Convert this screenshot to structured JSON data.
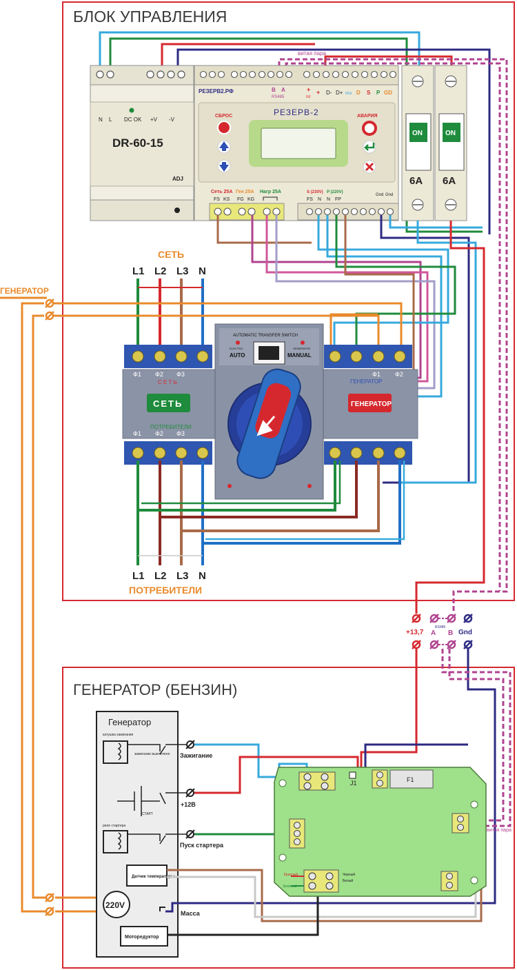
{
  "control_block": {
    "title": "БЛОК УПРАВЛЕНИЯ",
    "twisted_pair_label": "витая пара",
    "psu": {
      "model": "DR-60-15",
      "terminals": [
        "N",
        "L",
        "DC OK",
        "+V",
        "-V"
      ],
      "adj": "ADJ"
    },
    "controller": {
      "site": "РЕЗЕРВ2.РФ",
      "name": "РЕЗЕРВ-2",
      "top_terminals": [
        "B",
        "A",
        "RS485",
        "+",
        "Ist",
        "+",
        "D-",
        "D+",
        "tmv",
        "D",
        "S",
        "P",
        "GD"
      ],
      "reset": "СБРОС",
      "alarm": "АВАРИЯ",
      "bottom_groups": [
        "Сеть 25А",
        "Ген 25А",
        "Нагр 25А",
        "S (230V)",
        "P (220V)"
      ],
      "bottom_terminals": [
        "FS",
        "KS",
        "FG",
        "KG",
        "FS",
        "N",
        "N",
        "FP",
        "Gnd",
        "Gnd"
      ]
    },
    "breakers": [
      {
        "state": "ON",
        "rating": "6A"
      },
      {
        "state": "ON",
        "rating": "6A"
      }
    ]
  },
  "mains_label": "СЕТЬ",
  "mains_phases": [
    "L1",
    "L2",
    "L3",
    "N"
  ],
  "generator_label": "ГЕНЕРАТОР",
  "ats": {
    "title": "AUTOMATIC TRANSFER SWITCH",
    "indicators": [
      "ELECTRIC",
      "GENERATOR"
    ],
    "modes": [
      "AUTO",
      "MANUAL"
    ],
    "left_badge": "СЕТЬ",
    "right_badge": "ГЕНЕРАТОР",
    "left_top_phases": [
      "Ф1",
      "Ф2",
      "Ф3"
    ],
    "left_top_caption": "С Е Т Ь",
    "left_bottom_phases": [
      "Ф1",
      "Ф2",
      "Ф3"
    ],
    "left_bottom_caption": "ПОТРЕБИТЕЛИ",
    "right_phases": [
      "Ф1",
      "Ф2"
    ],
    "right_caption": "ГЕНЕРАТОР"
  },
  "consumer_phases": [
    "L1",
    "L2",
    "L3",
    "N"
  ],
  "consumers_label": "ПОТРЕБИТЕЛИ",
  "link_terminals": {
    "power": "+13,7",
    "a": "A",
    "b": "B",
    "rs485": "RS485",
    "gnd": "Gnd"
  },
  "generator_block": {
    "title": "ГЕНЕРАТОР (БЕНЗИН)",
    "panel_title": "Генератор",
    "ignition_coil": "катушка зажигания",
    "ignition_off": "зажигание выключено",
    "start": "СТАРТ",
    "starter_relay": "реле стартера",
    "temp_sensor": "Датчик температуры",
    "voltage": "220V",
    "gear_motor": "Моторедуктор",
    "ignition": "Зажигание",
    "plus12": "+12В",
    "starter": "Пуск стартера",
    "ground": "Масса",
    "twisted_pair_label": "витая пара",
    "board": {
      "fuse": "F1",
      "jumper": "J1",
      "red": "Красный",
      "green": "Зелёный",
      "black": "Черный",
      "white": "Белый"
    }
  },
  "colors": {
    "frame": "#d5282e",
    "orange": "#e98a2b",
    "green": "#1f8b3c",
    "red": "#d5282e",
    "brown": "#a86a48",
    "blue": "#1f6fc4",
    "navy": "#2d2a83",
    "cyan": "#36a9dd",
    "magenta": "#b0438f",
    "lilac": "#a29dc9",
    "board": "#9fe08a"
  }
}
